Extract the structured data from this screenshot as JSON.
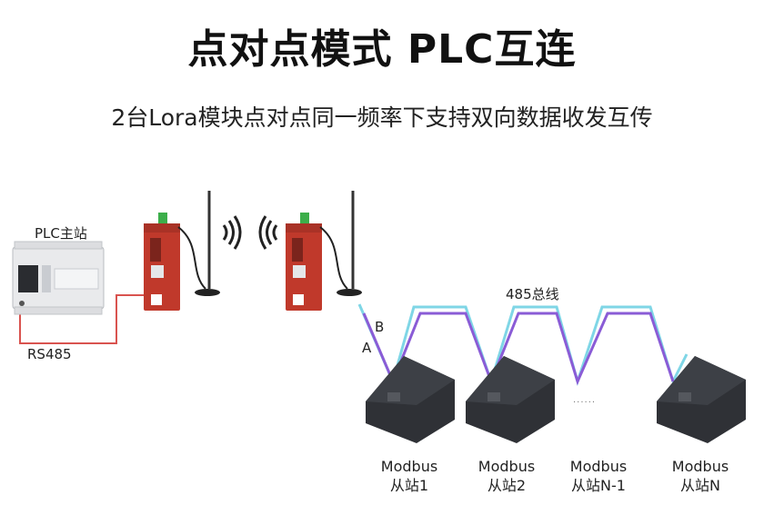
{
  "title": "点对点模式 PLC互连",
  "subtitle": "2台Lora模块点对点同一频率下支持双向数据收发互传",
  "labels": {
    "plc_master": "PLC主站",
    "rs485": "RS485",
    "bus": "485总线",
    "wire_a": "A",
    "wire_b": "B",
    "dots": "......"
  },
  "slaves": [
    {
      "line1": "Modbus",
      "line2": "从站1"
    },
    {
      "line1": "Modbus",
      "line2": "从站2"
    },
    {
      "line1": "Modbus",
      "line2": "从站N-1"
    },
    {
      "line1": "Modbus",
      "line2": "从站N"
    }
  ],
  "colors": {
    "rs485_wire": "#d9534f",
    "wire_a": "#8a5cd6",
    "wire_b": "#7fd6e6",
    "module_body": "#c0392b",
    "module_top": "#3cae4a",
    "slave_body": "#2f3136"
  }
}
